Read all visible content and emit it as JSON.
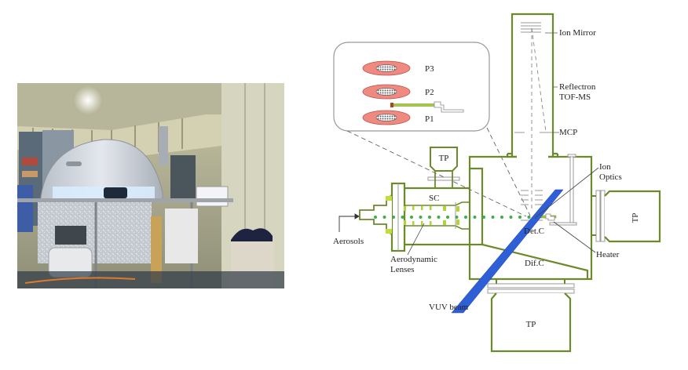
{
  "photo": {
    "description": "Laboratory photograph of aerosol mass spectrometer setup with aluminium-covered chamber, instrument racks, laptop and air compressor"
  },
  "diagram": {
    "inset": {
      "plates": [
        {
          "label": "P3"
        },
        {
          "label": "P2"
        },
        {
          "label": "P1"
        }
      ]
    },
    "labels": {
      "ion_mirror": "Ion Mirror",
      "reflectron_1": "Reflectron",
      "reflectron_2": "TOF-MS",
      "mcp": "MCP",
      "ion_optics_1": "Ion",
      "ion_optics_2": "Optics",
      "tp_top": "TP",
      "tp_right": "TP",
      "tp_bottom": "TP",
      "sc": "SC",
      "aerosols": "Aerosols",
      "aero_lens_1": "Aerodynamic",
      "aero_lens_2": "Lenses",
      "det_c": "Det.C",
      "dif_c": "Dif.C",
      "heater": "Heater",
      "vuv_beam": "VUV beam"
    },
    "colors": {
      "chamber_outline": "#6b8a2a",
      "beam": "#2f5fd6",
      "particle_dots": "#3cb043",
      "plate_fill": "#f08a80",
      "lens_fill": "#b5d334"
    }
  }
}
